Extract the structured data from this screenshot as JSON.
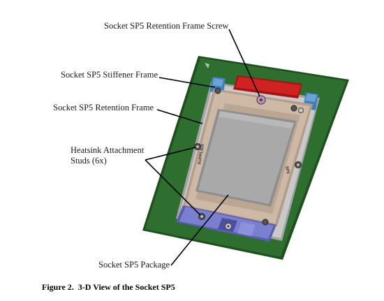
{
  "diagram": {
    "callouts": {
      "retention_frame_screw": "Socket SP5 Retention Frame Screw",
      "stiffener_frame": "Socket SP5 Stiffener Frame",
      "retention_frame": "Socket SP5 Retention Frame",
      "heatsink_studs_line1": "Heatsink Attachment",
      "heatsink_studs_line2": "Studs (6x)",
      "package": "Socket SP5 Package"
    },
    "caption": "Figure 2.  3-D View of the Socket SP5",
    "part_markings": {
      "frame_stamp": "SUPPLIER",
      "side_stamp": "SP5"
    },
    "colors": {
      "pcb_green": "#2e6e2e",
      "pcb_edge": "#1f4f1f",
      "stiffener_gray": "#c9c9c9",
      "retention_frame_tan": "#cdb9a6",
      "package_gray": "#a9a9a9",
      "latch_red": "#d12222",
      "bracket_blue": "#3e7fb8",
      "lower_plate_blue": "#7b7fd0"
    }
  }
}
